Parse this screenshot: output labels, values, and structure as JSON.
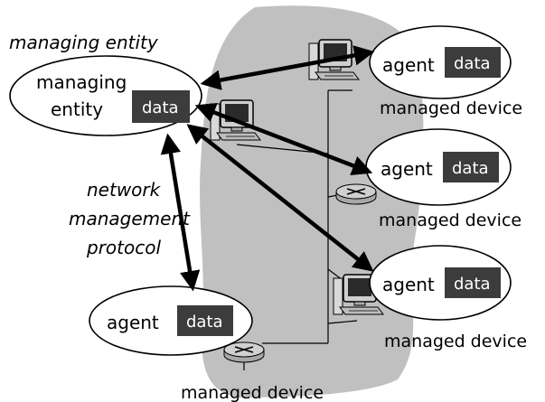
{
  "labels": {
    "managing_entity_caption": "managing entity",
    "managing_entity_line1": "managing",
    "managing_entity_line2": "entity",
    "protocol_line1": "network",
    "protocol_line2": "management",
    "protocol_line3": "protocol",
    "agent": "agent",
    "data": "data",
    "managed_device": "managed device"
  },
  "colors": {
    "network_cloud": "#c0c0c0",
    "data_box": "#3c3c3c",
    "data_text": "#ffffff",
    "arrow": "#000000"
  },
  "icons": {
    "computer": "computer-icon",
    "router": "router-icon"
  }
}
